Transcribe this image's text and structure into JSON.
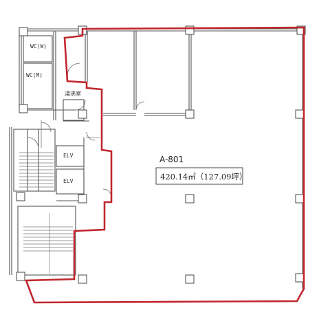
{
  "plan": {
    "unit_id": "A-801",
    "area_label": "420.14㎡（127.09坪）",
    "rooms": {
      "wc_women": "WC(W)",
      "wc_men": "WC(M)",
      "kitchenette": "湯沸室",
      "elevator_1": "ELV",
      "elevator_2": "ELV"
    }
  }
}
